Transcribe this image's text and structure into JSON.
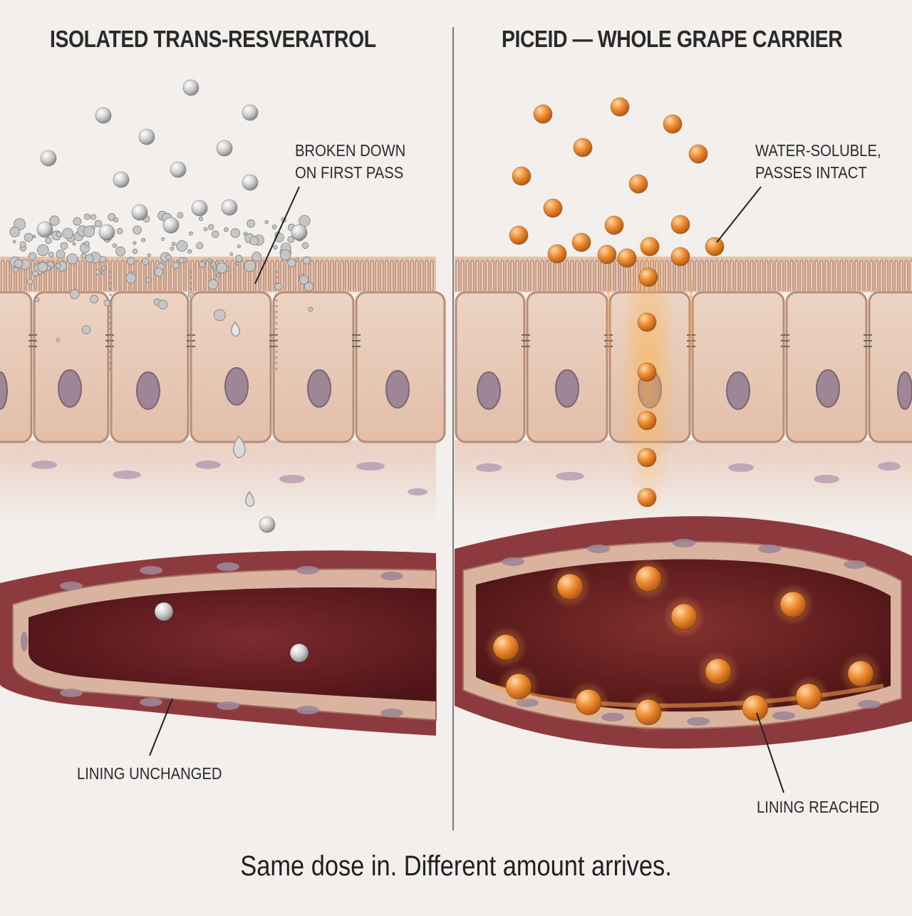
{
  "left_panel": {
    "title": "ISOLATED TRANS-RESVERATROL",
    "callout_top": "BROKEN DOWN\nON FIRST PASS",
    "callout_bottom": "LINING UNCHANGED"
  },
  "right_panel": {
    "title": "PICEID — WHOLE GRAPE CARRIER",
    "callout_top": "WATER-SOLUBLE,\nPASSES INTACT",
    "callout_bottom": "LINING REACHED"
  },
  "caption": "Same dose in. Different amount arrives.",
  "colors": {
    "background": "#f3efec",
    "cell": "#e8c9b6",
    "cell_border": "#b88c78",
    "nucleus": "#9e8697",
    "vessel_wall": "#8d3a3f",
    "lumen": "#6e1e22",
    "molecule_left": "#c9c9c9",
    "molecule_right": "#ef8e33"
  }
}
